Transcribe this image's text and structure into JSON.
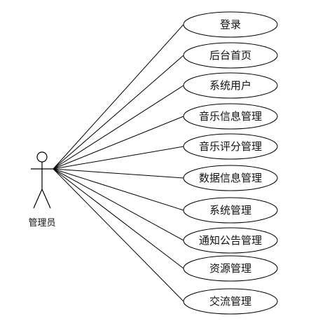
{
  "actor": {
    "label": "管理员"
  },
  "use_cases": [
    {
      "label": "登录"
    },
    {
      "label": "后台首页"
    },
    {
      "label": "系统用户"
    },
    {
      "label": "音乐信息管理"
    },
    {
      "label": "音乐评分管理"
    },
    {
      "label": "数据信息管理"
    },
    {
      "label": "系统管理"
    },
    {
      "label": "通知公告管理"
    },
    {
      "label": "资源管理"
    },
    {
      "label": "交流管理"
    }
  ],
  "colors": {
    "stroke": "#000000",
    "background": "#ffffff"
  }
}
